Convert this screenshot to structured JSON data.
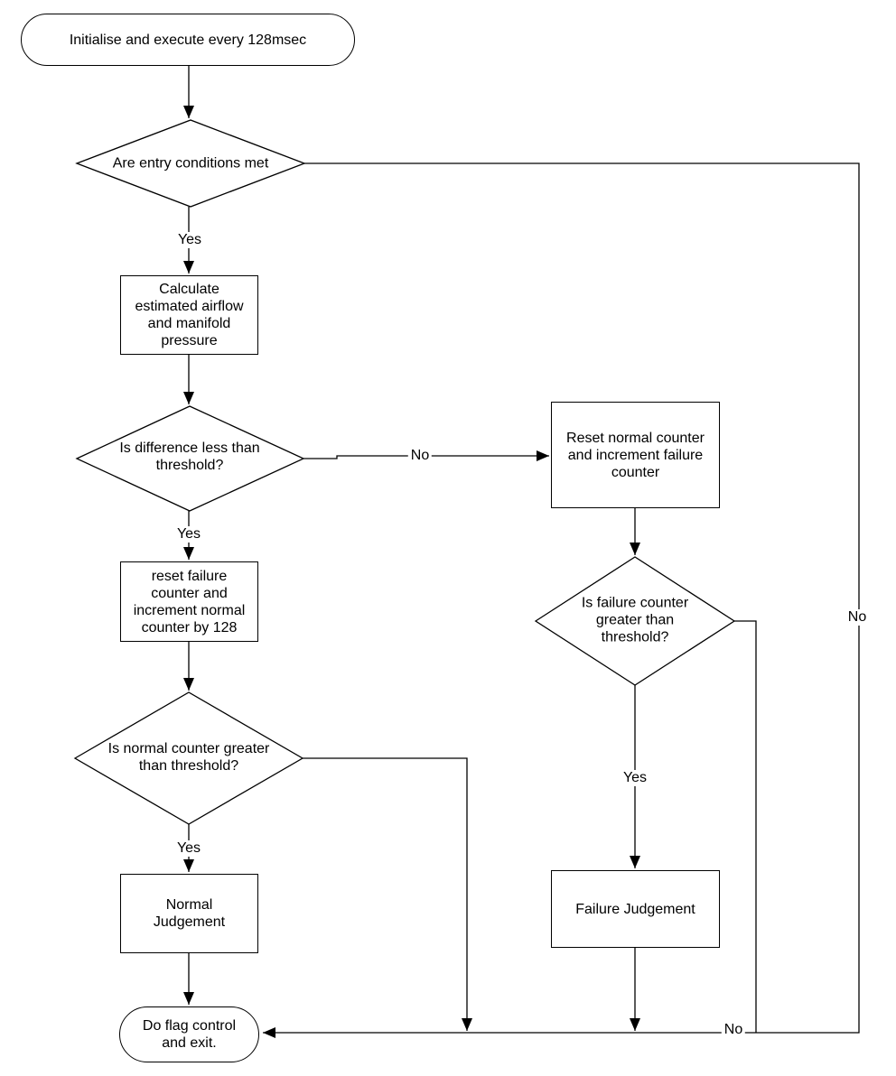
{
  "diagram": {
    "type": "flowchart",
    "colors": {
      "line": "#000000",
      "node_fill": "#ffffff",
      "background": "#ffffff"
    },
    "nodes": {
      "start": {
        "shape": "terminator",
        "label": "Initialise and execute every 128msec"
      },
      "entry_decision": {
        "shape": "diamond",
        "label": "Are entry conditions met"
      },
      "calculate": {
        "shape": "process",
        "label": "Calculate\nestimated airflow\nand manifold\npressure"
      },
      "diff_decision": {
        "shape": "diamond",
        "label": "Is difference less than\nthreshold?"
      },
      "reset_normal": {
        "shape": "process",
        "label": "Reset normal counter\nand increment failure\ncounter"
      },
      "failure_decision": {
        "shape": "diamond",
        "label": "Is failure counter\ngreater than\nthreshold?"
      },
      "reset_failure": {
        "shape": "process",
        "label": "reset failure\ncounter and\nincrement normal\ncounter by 128"
      },
      "normal_decision": {
        "shape": "diamond",
        "label": "Is normal counter greater\nthan threshold?"
      },
      "normal_judgement": {
        "shape": "process",
        "label": "Normal\nJudgement"
      },
      "failure_judgement": {
        "shape": "process",
        "label": "Failure Judgement"
      },
      "end": {
        "shape": "terminator",
        "label": "Do flag control\nand exit."
      }
    },
    "edge_labels": {
      "entry_yes": "Yes",
      "entry_no": "No",
      "diff_yes": "Yes",
      "diff_no": "No",
      "normal_yes": "Yes",
      "failure_yes": "Yes",
      "failure_no": "No"
    }
  }
}
